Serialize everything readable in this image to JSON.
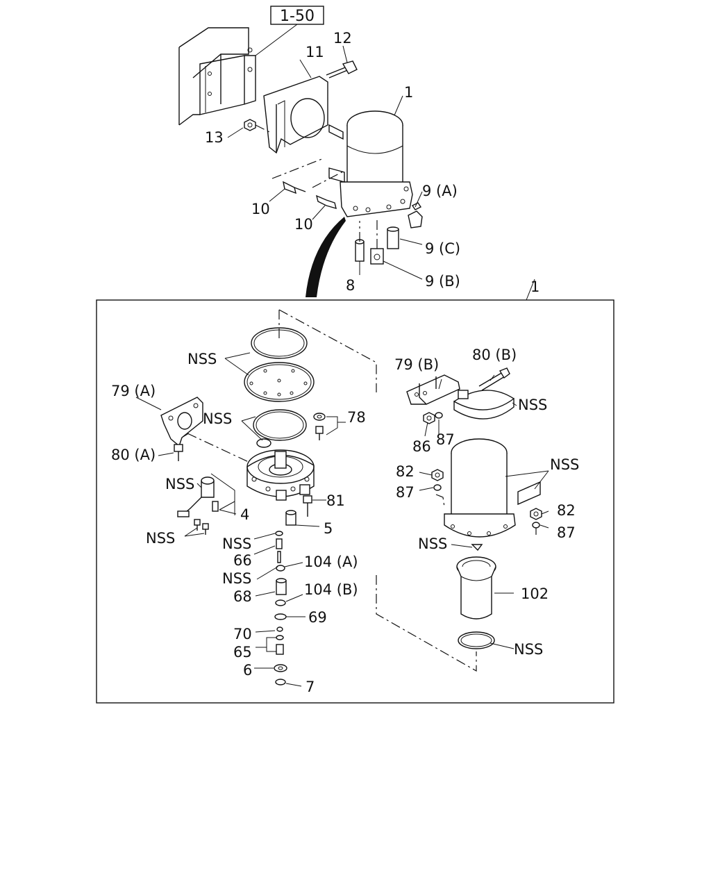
{
  "reference_box": "1-50",
  "labels": {
    "p12": "12",
    "p11": "11",
    "p1_top": "1",
    "p13": "13",
    "p10a": "10",
    "p10b": "10",
    "p9a": "9 (A)",
    "p9c": "9 (C)",
    "p9b": "9 (B)",
    "p8": "8",
    "p1_box": "1",
    "nss_seal_top": "NSS",
    "p79a": "79 (A)",
    "nss_oring": "NSS",
    "p78": "78",
    "p80a": "80 (A)",
    "nss_switch": "NSS",
    "p81": "81",
    "p4": "4",
    "p5": "5",
    "nss_screws": "NSS",
    "nss_66": "NSS",
    "p66": "66",
    "p104a": "104 (A)",
    "nss_68": "NSS",
    "p68": "68",
    "p104b": "104 (B)",
    "p69": "69",
    "p70": "70",
    "p65": "65",
    "p6": "6",
    "p7": "7",
    "p79b": "79 (B)",
    "p80b": "80 (B)",
    "nss_band": "NSS",
    "p86": "86",
    "p87a": "87",
    "p82a": "82",
    "p87b": "87",
    "nss_label": "NSS",
    "p82b": "82",
    "p87c": "87",
    "nss_drain": "NSS",
    "p102": "102",
    "nss_bottom": "NSS"
  },
  "icons": {
    "bracket": "mounting-bracket-icon",
    "filter": "fuel-filter-icon",
    "bolt": "bolt-icon",
    "nut": "nut-icon",
    "washer": "washer-icon"
  }
}
